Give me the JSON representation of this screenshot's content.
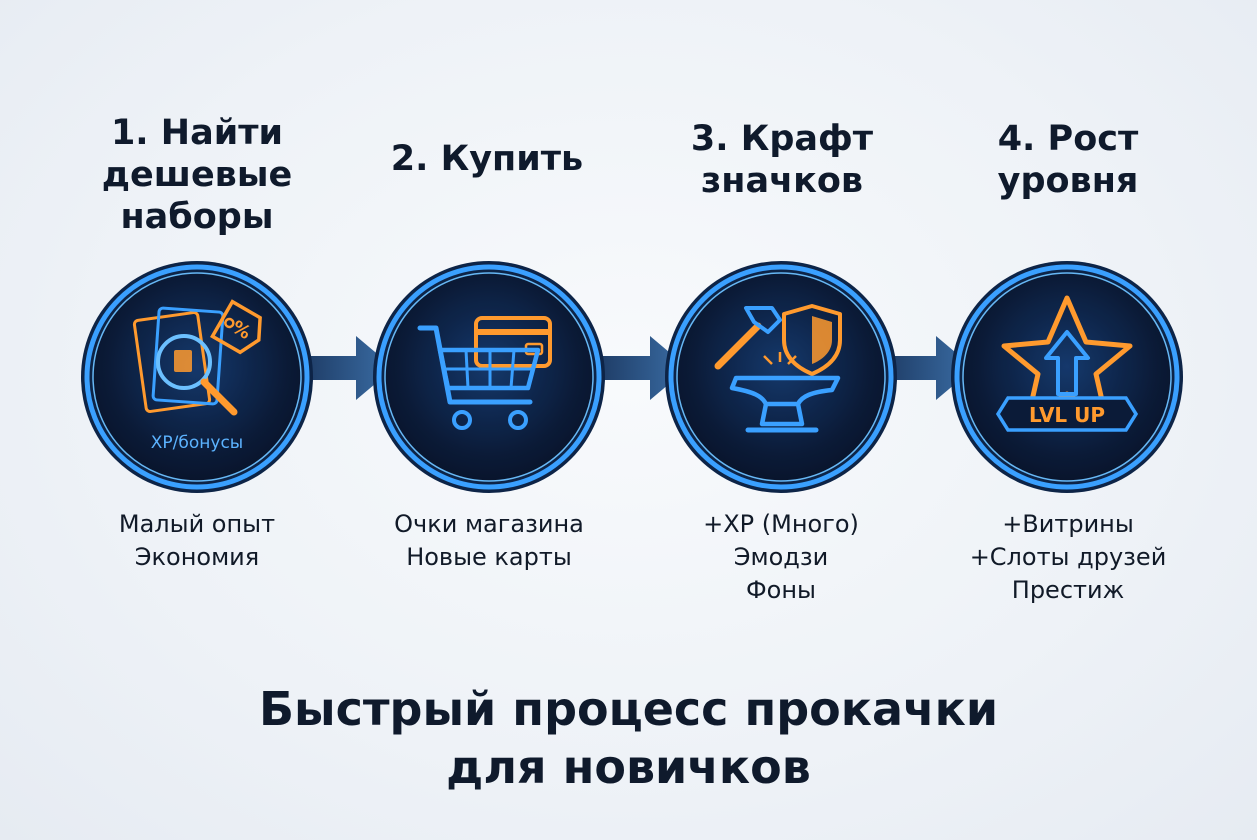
{
  "steps": [
    {
      "title": "1. Найти\nдешевые\nнаборы",
      "badge": "XP/бонусы",
      "icon": "cheap-packs-search-icon",
      "desc": [
        "Малый опыт",
        "Экономия"
      ]
    },
    {
      "title": "2. Купить",
      "icon": "shopping-cart-icon",
      "desc": [
        "Очки магазина",
        "Новые карты"
      ]
    },
    {
      "title": "3. Крафт\nзначков",
      "icon": "anvil-craft-icon",
      "desc": [
        "+XP (Много)",
        "Эмодзи",
        "Фоны"
      ]
    },
    {
      "title": "4. Рост\nуровня",
      "badge": "LVL UP",
      "icon": "level-up-star-icon",
      "desc": [
        "+Витрины",
        "+Слоты друзей",
        "Престиж"
      ]
    }
  ],
  "footer": {
    "line1": "Быстрый процесс прокачки",
    "line2": "для новичков"
  },
  "colors": {
    "accent_blue": "#3aa0ff",
    "accent_orange": "#ff9a2e",
    "circle_dark": "#0b1730",
    "arrow": "#2d5a8c"
  }
}
